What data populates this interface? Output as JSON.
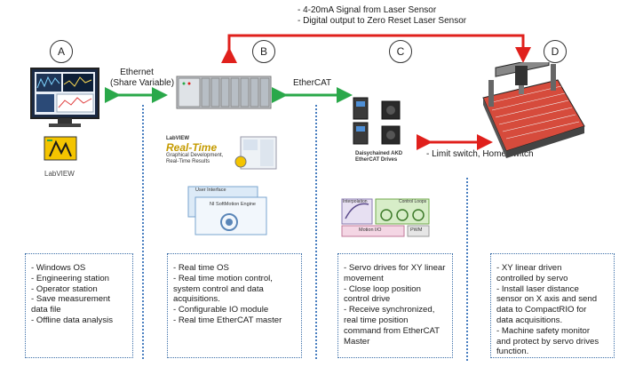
{
  "top_signal": {
    "line1": "- 4-20mA Signal from Laser Sensor",
    "line2": "- Digital output to Zero Reset Laser Sensor"
  },
  "nodes": {
    "a": {
      "letter": "A"
    },
    "b": {
      "letter": "B"
    },
    "c": {
      "letter": "C"
    },
    "d": {
      "letter": "D"
    }
  },
  "links": {
    "ethernet_line1": "Ethernet",
    "ethernet_line2": "(Share Variable)",
    "ethercat": "EtherCAT",
    "limit_switch": "- Limit switch, Home switch"
  },
  "images": {
    "labview_logo_text": "LabVIEW",
    "realtime_brand": "LabVIEW",
    "realtime_title": "Real-Time",
    "realtime_sub1": "Graphical Development,",
    "realtime_sub2": "Real-Time Results",
    "ui_label": "User Interface",
    "engine_label": "NI SoftMotion Engine",
    "drives_line1": "Daisychained AKD",
    "drives_line2": "EtherCAT Drives",
    "interp_label": "Interpolation",
    "control_loops_label": "Control Loops",
    "motion_io_label": "Motion I/O",
    "pwm_label": "PWM"
  },
  "boxes": {
    "a": [
      "- Windows OS",
      "- Engineering station",
      "- Operator station",
      "- Save measurement",
      "data file",
      "- Offline data analysis"
    ],
    "b": [
      "- Real time OS",
      "- Real time motion control,",
      "system control and data",
      "acquisitions.",
      "- Configurable IO module",
      "- Real time EtherCAT master"
    ],
    "c": [
      "- Servo drives for XY linear",
      "movement",
      "- Close loop position",
      "control drive",
      "- Receive synchronized,",
      "real time position",
      "command from EtherCAT",
      "Master"
    ],
    "d": [
      "- XY linear driven",
      "controlled by servo",
      "- Install laser distance",
      "sensor on X axis and send",
      "data to CompactRIO for",
      "data acquisitions.",
      "- Machine safety monitor",
      "and protect by servo drives",
      "function."
    ]
  },
  "colors": {
    "red_arrow": "#e0201c",
    "green_arrow": "#2aa84a",
    "dotted_blue": "#4a7fc0"
  }
}
